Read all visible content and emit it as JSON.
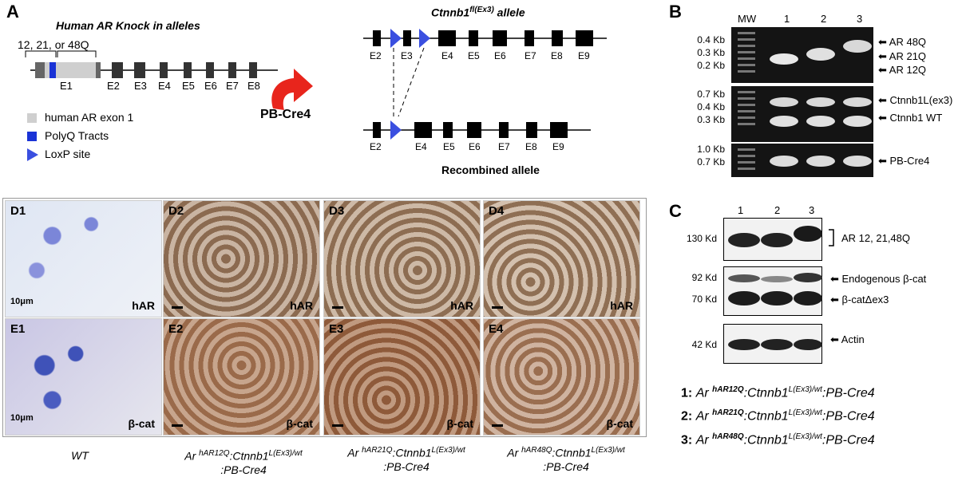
{
  "panelA": {
    "letter": "A",
    "title_knockin": "Human AR Knock in alleles",
    "polyq_label": "12, 21, or 48Q",
    "exons_ar": [
      "E1",
      "E2",
      "E3",
      "E4",
      "E5",
      "E6",
      "E7",
      "E8"
    ],
    "legend": [
      "human AR exon 1",
      "PolyQ Tracts",
      "LoxP site"
    ],
    "cre_label": "PB-Cre4",
    "floxed_title": "Ctnnb1",
    "floxed_sup": "fl(Ex3)",
    "floxed_suffix": " allele",
    "floxed_exons": [
      "E2",
      "E3",
      "E4",
      "E5",
      "E6",
      "E7",
      "E8",
      "E9"
    ],
    "recombined_exons": [
      "E2",
      "E4",
      "E5",
      "E6",
      "E7",
      "E8",
      "E9"
    ],
    "recombined_title": "Recombined allele"
  },
  "panelB": {
    "letter": "B",
    "lanes": [
      "MW",
      "1",
      "2",
      "3"
    ],
    "gel1_markers": [
      "0.4 Kb",
      "0.3 Kb",
      "0.2 Kb"
    ],
    "gel1_bands": [
      "AR 48Q",
      "AR 21Q",
      "AR 12Q"
    ],
    "gel2_markers": [
      "0.7 Kb",
      "0.4 Kb",
      "0.3 Kb"
    ],
    "gel2_bands": [
      "Ctnnb1L(ex3)",
      "Ctnnb1 WT"
    ],
    "gel3_markers": [
      "1.0 Kb",
      "0.7 Kb"
    ],
    "gel3_bands": [
      "PB-Cre4"
    ]
  },
  "panelC": {
    "letter": "C",
    "lanes": [
      "1",
      "2",
      "3"
    ],
    "blot1_marker": "130 Kd",
    "blot1_band": "AR 12, 21,48Q",
    "blot2_markers": [
      "92 Kd",
      "70 Kd"
    ],
    "blot2_bands": [
      "Endogenous β-cat",
      "β-catΔex3"
    ],
    "blot3_marker": "42 Kd",
    "blot3_band": "Actin",
    "key": [
      {
        "num": "1:",
        "ar": "Ar ",
        "sup": "hAR12Q",
        "rest": ":Ctnnb1",
        "sup2": "L(Ex3)/wt",
        "tail": ":PB-Cre4"
      },
      {
        "num": "2:",
        "ar": "Ar ",
        "sup": "hAR21Q",
        "rest": ":Ctnnb1",
        "sup2": "L(Ex3)/wt",
        "tail": ":PB-Cre4"
      },
      {
        "num": "3:",
        "ar": "Ar ",
        "sup": "hAR48Q",
        "rest": ":Ctnnb1",
        "sup2": "L(Ex3)/wt",
        "tail": ":PB-Cre4"
      }
    ]
  },
  "panelDE": {
    "top_labels": [
      "D1",
      "D2",
      "D3",
      "D4"
    ],
    "bottom_labels": [
      "E1",
      "E2",
      "E3",
      "E4"
    ],
    "top_stain": "hAR",
    "bottom_stain": "β-cat",
    "scale_label": "10μm",
    "genotypes": [
      {
        "line1": "WT",
        "sup": "",
        "line1b": "",
        "sup2": "",
        "line2": ""
      },
      {
        "line1": "Ar ",
        "sup": "hAR12Q",
        "line1b": ":Ctnnb1",
        "sup2": "L(Ex3)/wt",
        "line2": ":PB-Cre4"
      },
      {
        "line1": "Ar ",
        "sup": "hAR21Q",
        "line1b": ":Ctnnb1",
        "sup2": "L(Ex3)/wt",
        "line2": ":PB-Cre4"
      },
      {
        "line1": "Ar ",
        "sup": "hAR48Q",
        "line1b": ":Ctnnb1",
        "sup2": "L(Ex3)/wt",
        "line2": ":PB-Cre4"
      }
    ]
  },
  "colors": {
    "polyq": "#1a33d6",
    "loxp": "#3a4fe0",
    "arrow": "#e8251c",
    "exon_grey": "#cfcfcf",
    "hematox": "#8a7fd0",
    "dab": "#9a6a4a"
  }
}
